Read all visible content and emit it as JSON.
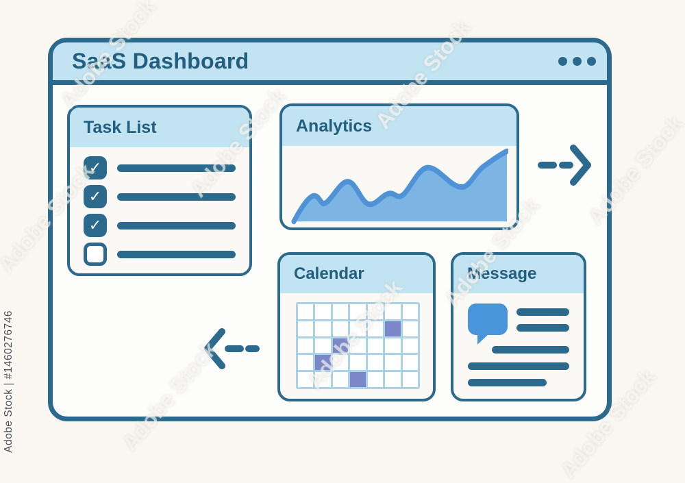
{
  "colors": {
    "page_bg": "#faf7f2",
    "window_bg": "#fdfdfc",
    "header_bg": "#c2e4f2",
    "border_dark": "#2b6a8c",
    "text_dark": "#235e7e",
    "chart_fill": "#7cb4e4",
    "chart_stroke": "#4f93d6",
    "bubble_blue": "#4a94dc",
    "calendar_highlight": "#7b87c9",
    "calendar_gridline": "#abd3e8"
  },
  "window": {
    "title": "SaaS Dashboard",
    "menu_icon": "ellipsis-icon"
  },
  "cards": {
    "task_list": {
      "title": "Task List",
      "items": [
        {
          "checked": true
        },
        {
          "checked": true
        },
        {
          "checked": true
        },
        {
          "checked": false
        }
      ]
    },
    "analytics": {
      "title": "Analytics",
      "chart_data": {
        "type": "area",
        "title": "",
        "x": [
          0,
          9,
          14,
          26,
          36,
          46,
          50,
          63,
          79,
          89,
          100
        ],
        "values": [
          0,
          37,
          26,
          57,
          25,
          40,
          36,
          77,
          49,
          78,
          100
        ],
        "ylim": [
          0,
          100
        ],
        "grid": false,
        "note": "decorative upward-trending area sparkline, no axes or labels"
      }
    },
    "calendar": {
      "title": "Calendar",
      "grid": {
        "rows": 5,
        "cols": 7,
        "highlighted_cells": [
          [
            1,
            5
          ],
          [
            2,
            2
          ],
          [
            3,
            1
          ],
          [
            4,
            3
          ]
        ]
      }
    },
    "message": {
      "title": "Message",
      "icon": "speech-bubble-icon",
      "placeholder_line_count": 5
    }
  },
  "watermark": {
    "vertical_label": "Adobe Stock | #1460276746",
    "tile_label": "Adobe Stock"
  }
}
